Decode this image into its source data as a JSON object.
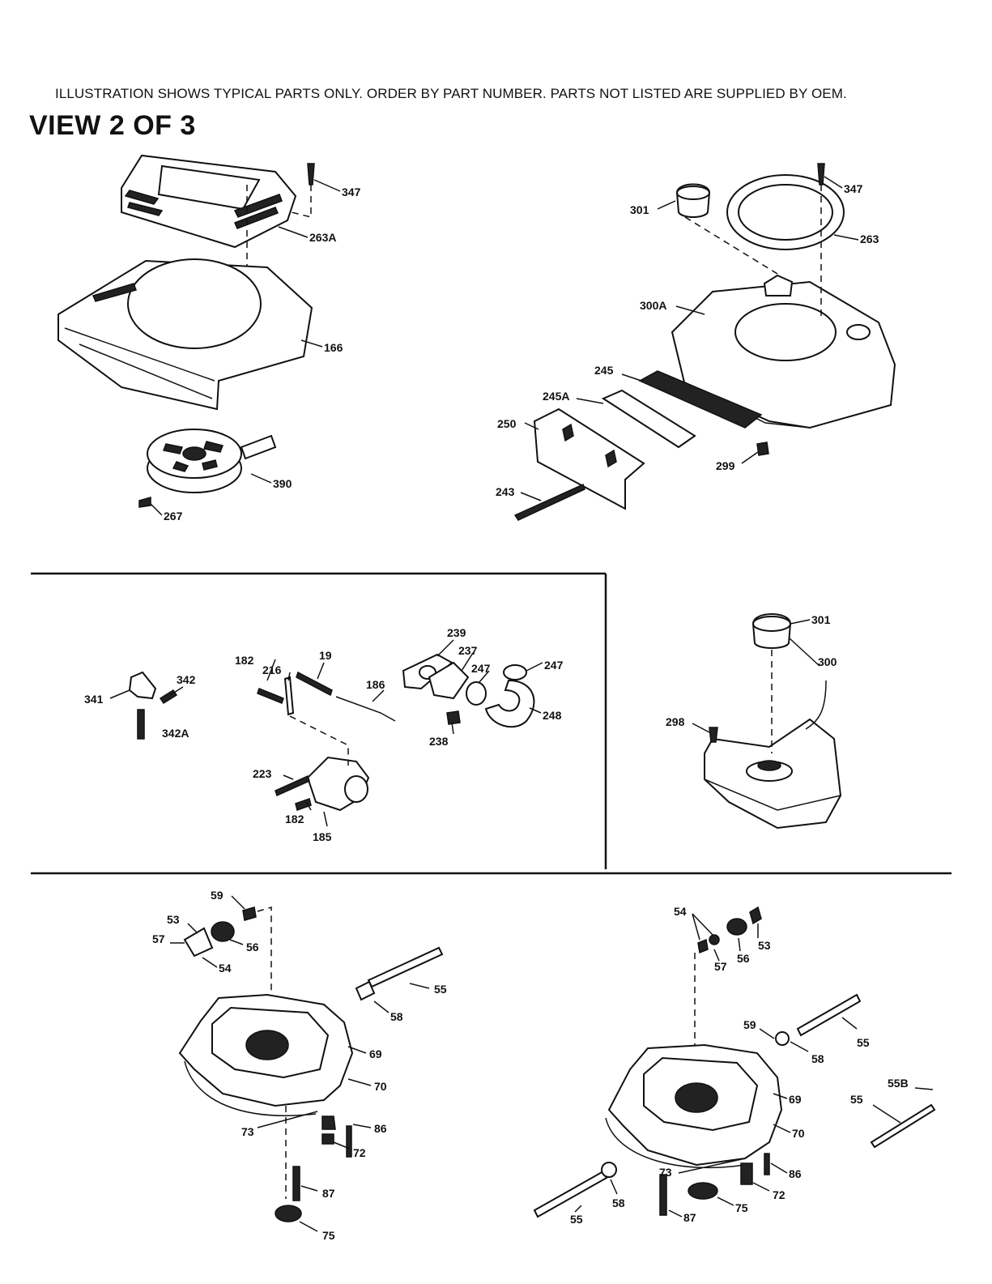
{
  "header": {
    "notice": "ILLUSTRATION SHOWS TYPICAL PARTS ONLY. ORDER BY PART NUMBER. PARTS NOT LISTED ARE SUPPLIED BY OEM.",
    "view_title": "VIEW 2 OF 3"
  },
  "callouts": {
    "top_left": [
      "347",
      "263A",
      "166",
      "390",
      "267"
    ],
    "top_right": [
      "301",
      "347",
      "263",
      "300A",
      "245",
      "245A",
      "250",
      "299",
      "243"
    ],
    "middle_left": [
      "341",
      "342",
      "342A",
      "182",
      "216",
      "19",
      "186",
      "223",
      "182",
      "185",
      "239",
      "237",
      "247",
      "247",
      "248",
      "238"
    ],
    "middle_right": [
      "301",
      "300",
      "298"
    ],
    "bottom_left": [
      "59",
      "53",
      "57",
      "56",
      "54",
      "55",
      "58",
      "69",
      "70",
      "73",
      "72",
      "86",
      "87",
      "75"
    ],
    "bottom_right": [
      "54",
      "53",
      "57",
      "56",
      "59",
      "58",
      "55",
      "55B",
      "55",
      "69",
      "70",
      "73",
      "86",
      "72",
      "58",
      "55",
      "87",
      "75"
    ]
  }
}
